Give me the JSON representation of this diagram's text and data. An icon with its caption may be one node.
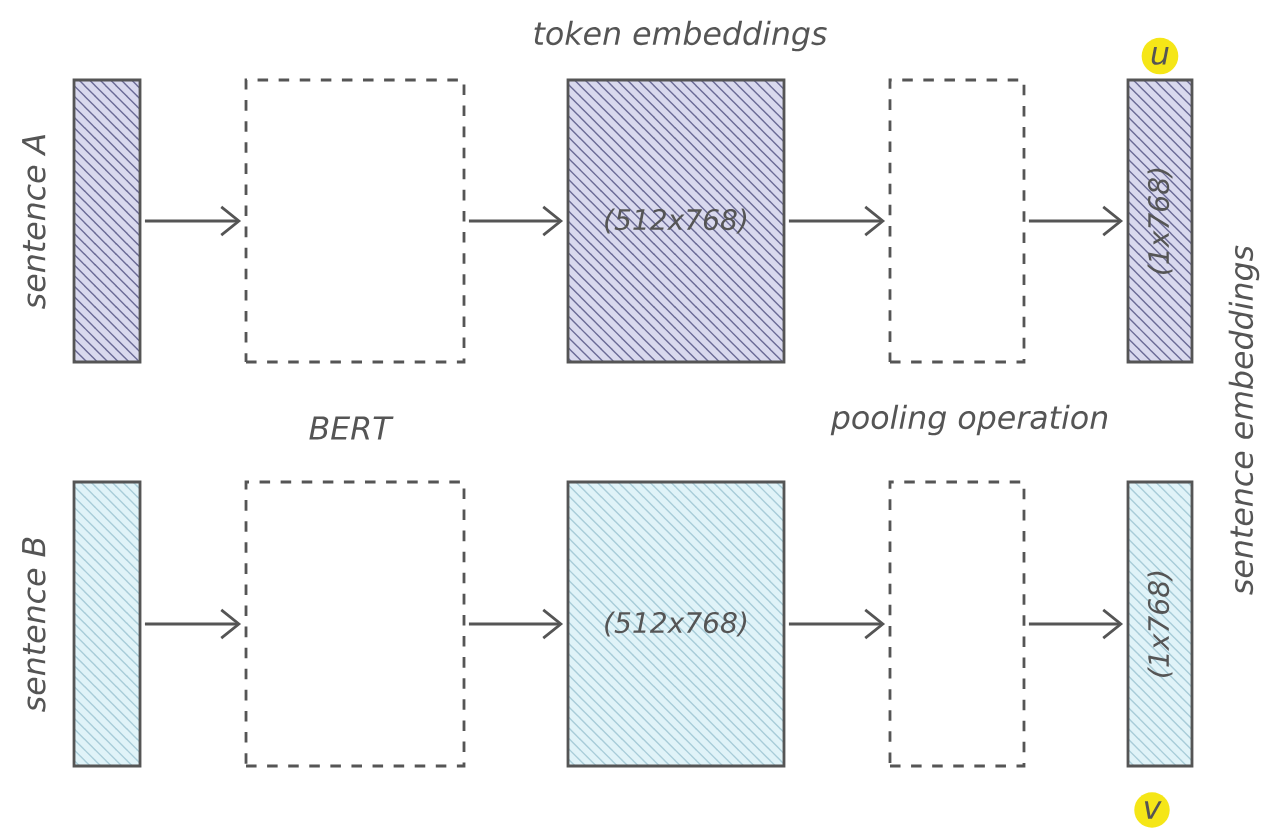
{
  "diagram": {
    "nodes": [
      {
        "text": [],
        "shape": "bar",
        "beside": [
          "sentence A"
        ]
      },
      {
        "text": [],
        "shape": "box"
      },
      {
        "text": [
          "(512x768)"
        ]
      },
      {
        "text": [],
        "shape": "box"
      },
      {
        "text": [
          "(1x768)"
        ],
        "beside": [
          "u"
        ]
      },
      {
        "text": [],
        "shape": "bar",
        "beside": [
          "sentence B"
        ]
      },
      {
        "text": [],
        "shape": "box"
      },
      {
        "text": [
          "(512x768)"
        ]
      },
      {
        "text": [],
        "shape": "box"
      },
      {
        "text": [
          "(1x768)"
        ],
        "beside": [
          "v"
        ]
      }
    ],
    "edges": [
      {
        "from": 0,
        "to": 1,
        "arrow": "to"
      },
      {
        "from": 1,
        "to": 2,
        "arrow": "to"
      },
      {
        "from": 2,
        "to": 3,
        "arrow": "to"
      },
      {
        "from": 3,
        "to": 4,
        "arrow": "to"
      },
      {
        "from": 5,
        "to": 6,
        "arrow": "to"
      },
      {
        "from": 6,
        "to": 7,
        "arrow": "to"
      },
      {
        "from": 7,
        "to": 8,
        "arrow": "to"
      },
      {
        "from": 8,
        "to": 9,
        "arrow": "to"
      }
    ],
    "labels": [
      "token embeddings",
      "BERT",
      "pooling operation",
      "sentence embeddings"
    ]
  }
}
